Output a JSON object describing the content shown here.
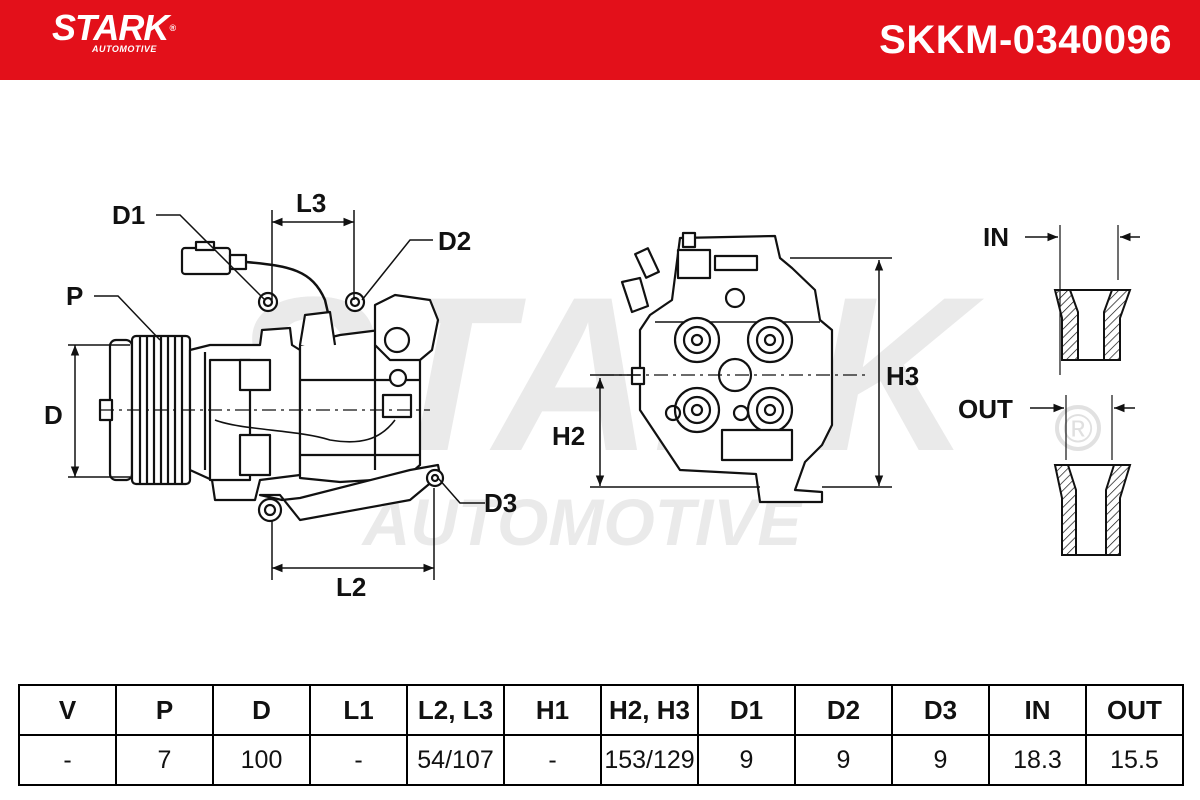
{
  "brand": {
    "name": "STARK",
    "sub": "AUTOMOTIVE",
    "reg": "®",
    "watermark_main": "STARK",
    "watermark_sub": "AUTOMOTIVE"
  },
  "part_number": "SKKM-0340096",
  "colors": {
    "brand_red": "#e3101a",
    "watermark": "#d9d9d9",
    "line": "#111111"
  },
  "diagram_labels": {
    "D1": "D1",
    "D2": "D2",
    "D3": "D3",
    "P": "P",
    "D": "D",
    "L2": "L2",
    "L3": "L3",
    "H2": "H2",
    "H3": "H3",
    "IN": "IN",
    "OUT": "OUT"
  },
  "spec_table": {
    "headers": [
      "V",
      "P",
      "D",
      "L1",
      "L2, L3",
      "H1",
      "H2, H3",
      "D1",
      "D2",
      "D3",
      "IN",
      "OUT"
    ],
    "values": [
      "-",
      "7",
      "100",
      "-",
      "54/107",
      "-",
      "153/129",
      "9",
      "9",
      "9",
      "18.3",
      "15.5"
    ]
  }
}
